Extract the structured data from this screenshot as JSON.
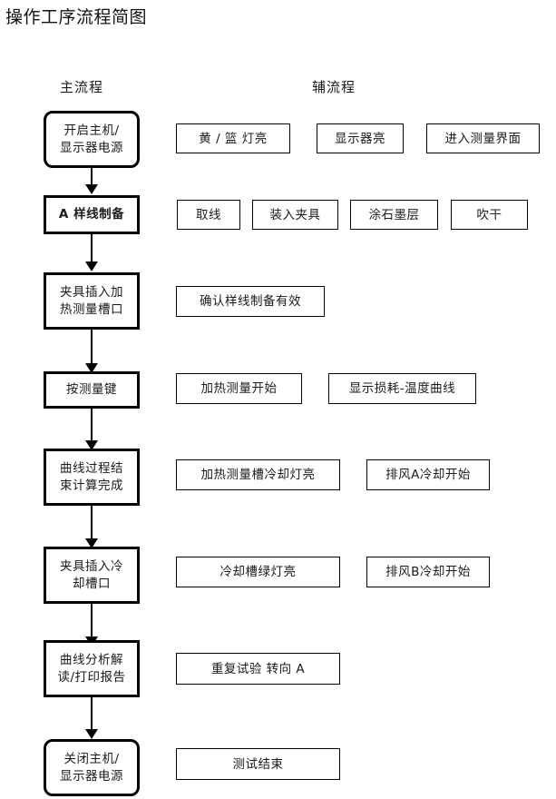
{
  "title": "操作工序流程简图",
  "columns": {
    "main_label": "主流程",
    "aux_label": "辅流程"
  },
  "colors": {
    "background": "#ffffff",
    "stroke": "#000000",
    "text": "#1a1a1a"
  },
  "flow": {
    "main_steps": [
      {
        "id": "power-on",
        "text": "开启主机/\n显示器电源",
        "line1": "开启主机/",
        "line2": "显示器电源",
        "shape": "rounded"
      },
      {
        "id": "sample-prep",
        "text": "A 样线制备",
        "line1": "A 样线制备",
        "line2": "",
        "shape": "rect"
      },
      {
        "id": "insert-heating",
        "text": "夹具插入加\n热测量槽口",
        "line1": "夹具插入加",
        "line2": "热测量槽口",
        "shape": "rect"
      },
      {
        "id": "press-measure",
        "text": "按测量键",
        "line1": "按测量键",
        "line2": "",
        "shape": "rect"
      },
      {
        "id": "curve-finish",
        "text": "曲线过程结\n束计算完成",
        "line1": "曲线过程结",
        "line2": "束计算完成",
        "shape": "rect"
      },
      {
        "id": "insert-cooling",
        "text": "夹具插入冷\n却槽口",
        "line1": "夹具插入冷",
        "line2": "却槽口",
        "shape": "rect"
      },
      {
        "id": "analyze-print",
        "text": "曲线分析解\n读/打印报告",
        "line1": "曲线分析解",
        "line2": "读/打印报告",
        "shape": "rect"
      },
      {
        "id": "power-off",
        "text": "关闭主机/\n显示器电源",
        "line1": "关闭主机/",
        "line2": "显示器电源",
        "shape": "rounded"
      }
    ],
    "aux_rows": [
      {
        "row": 1,
        "items": [
          "黄 / 篮 灯亮",
          "显示器亮",
          "进入测量界面"
        ]
      },
      {
        "row": 2,
        "items": [
          "取线",
          "装入夹具",
          "涂石墨层",
          "吹干"
        ]
      },
      {
        "row": 3,
        "items": [
          "确认样线制备有效"
        ]
      },
      {
        "row": 4,
        "items": [
          "加热测量开始",
          "显示损耗-温度曲线"
        ]
      },
      {
        "row": 5,
        "items": [
          "加热测量槽冷却灯亮",
          "排风A冷却开始"
        ]
      },
      {
        "row": 6,
        "items": [
          "冷却槽绿灯亮",
          "排风B冷却开始"
        ]
      },
      {
        "row": 7,
        "items": [
          "重复试验 转向 A"
        ]
      },
      {
        "row": 8,
        "items": [
          "测试结束"
        ]
      }
    ],
    "connector_count": 7
  }
}
